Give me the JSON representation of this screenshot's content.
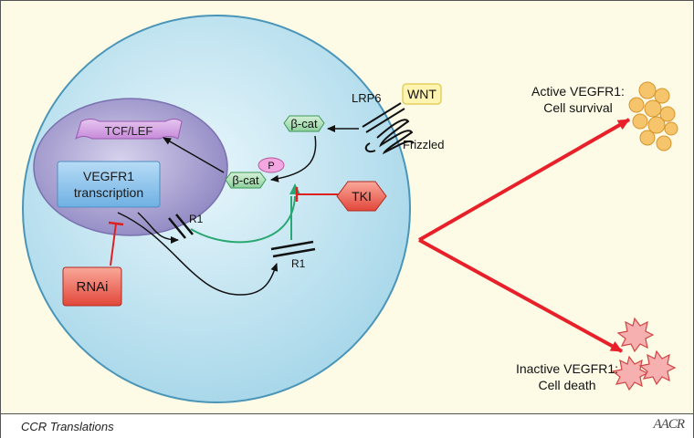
{
  "labels": {
    "tcf_lef": "TCF/LEF",
    "vegfr1_line1": "VEGFR1",
    "vegfr1_line2": "transcription",
    "beta_cat": "β-cat",
    "phospho": "P",
    "lrp6": "LRP6",
    "wnt": "WNT",
    "frizzled": "Frizzled",
    "tki": "TKI",
    "r1": "R1",
    "rnai": "RNAi",
    "active_line1": "Active VEGFR1:",
    "active_line2": "Cell survival",
    "inactive_line1": "Inactive VEGFR1:",
    "inactive_line2": "Cell death"
  },
  "footer": {
    "source": "CCR Translations",
    "logo": "AACR"
  },
  "colors": {
    "cell": "#cbe9f5",
    "nucleus": "#b9b3d9",
    "beta_cat": "#a9dcb4",
    "phospho": "#f3a6df",
    "wnt": "#fff4b0",
    "tki": "#f06a5a",
    "rnai": "#f27c6c",
    "transcription": "#8fc3ec",
    "inhibition": "#e02020",
    "activation": "#2aa873",
    "outcome_arrow": "#e8202a",
    "survival_cells": "#f6c46a"
  }
}
